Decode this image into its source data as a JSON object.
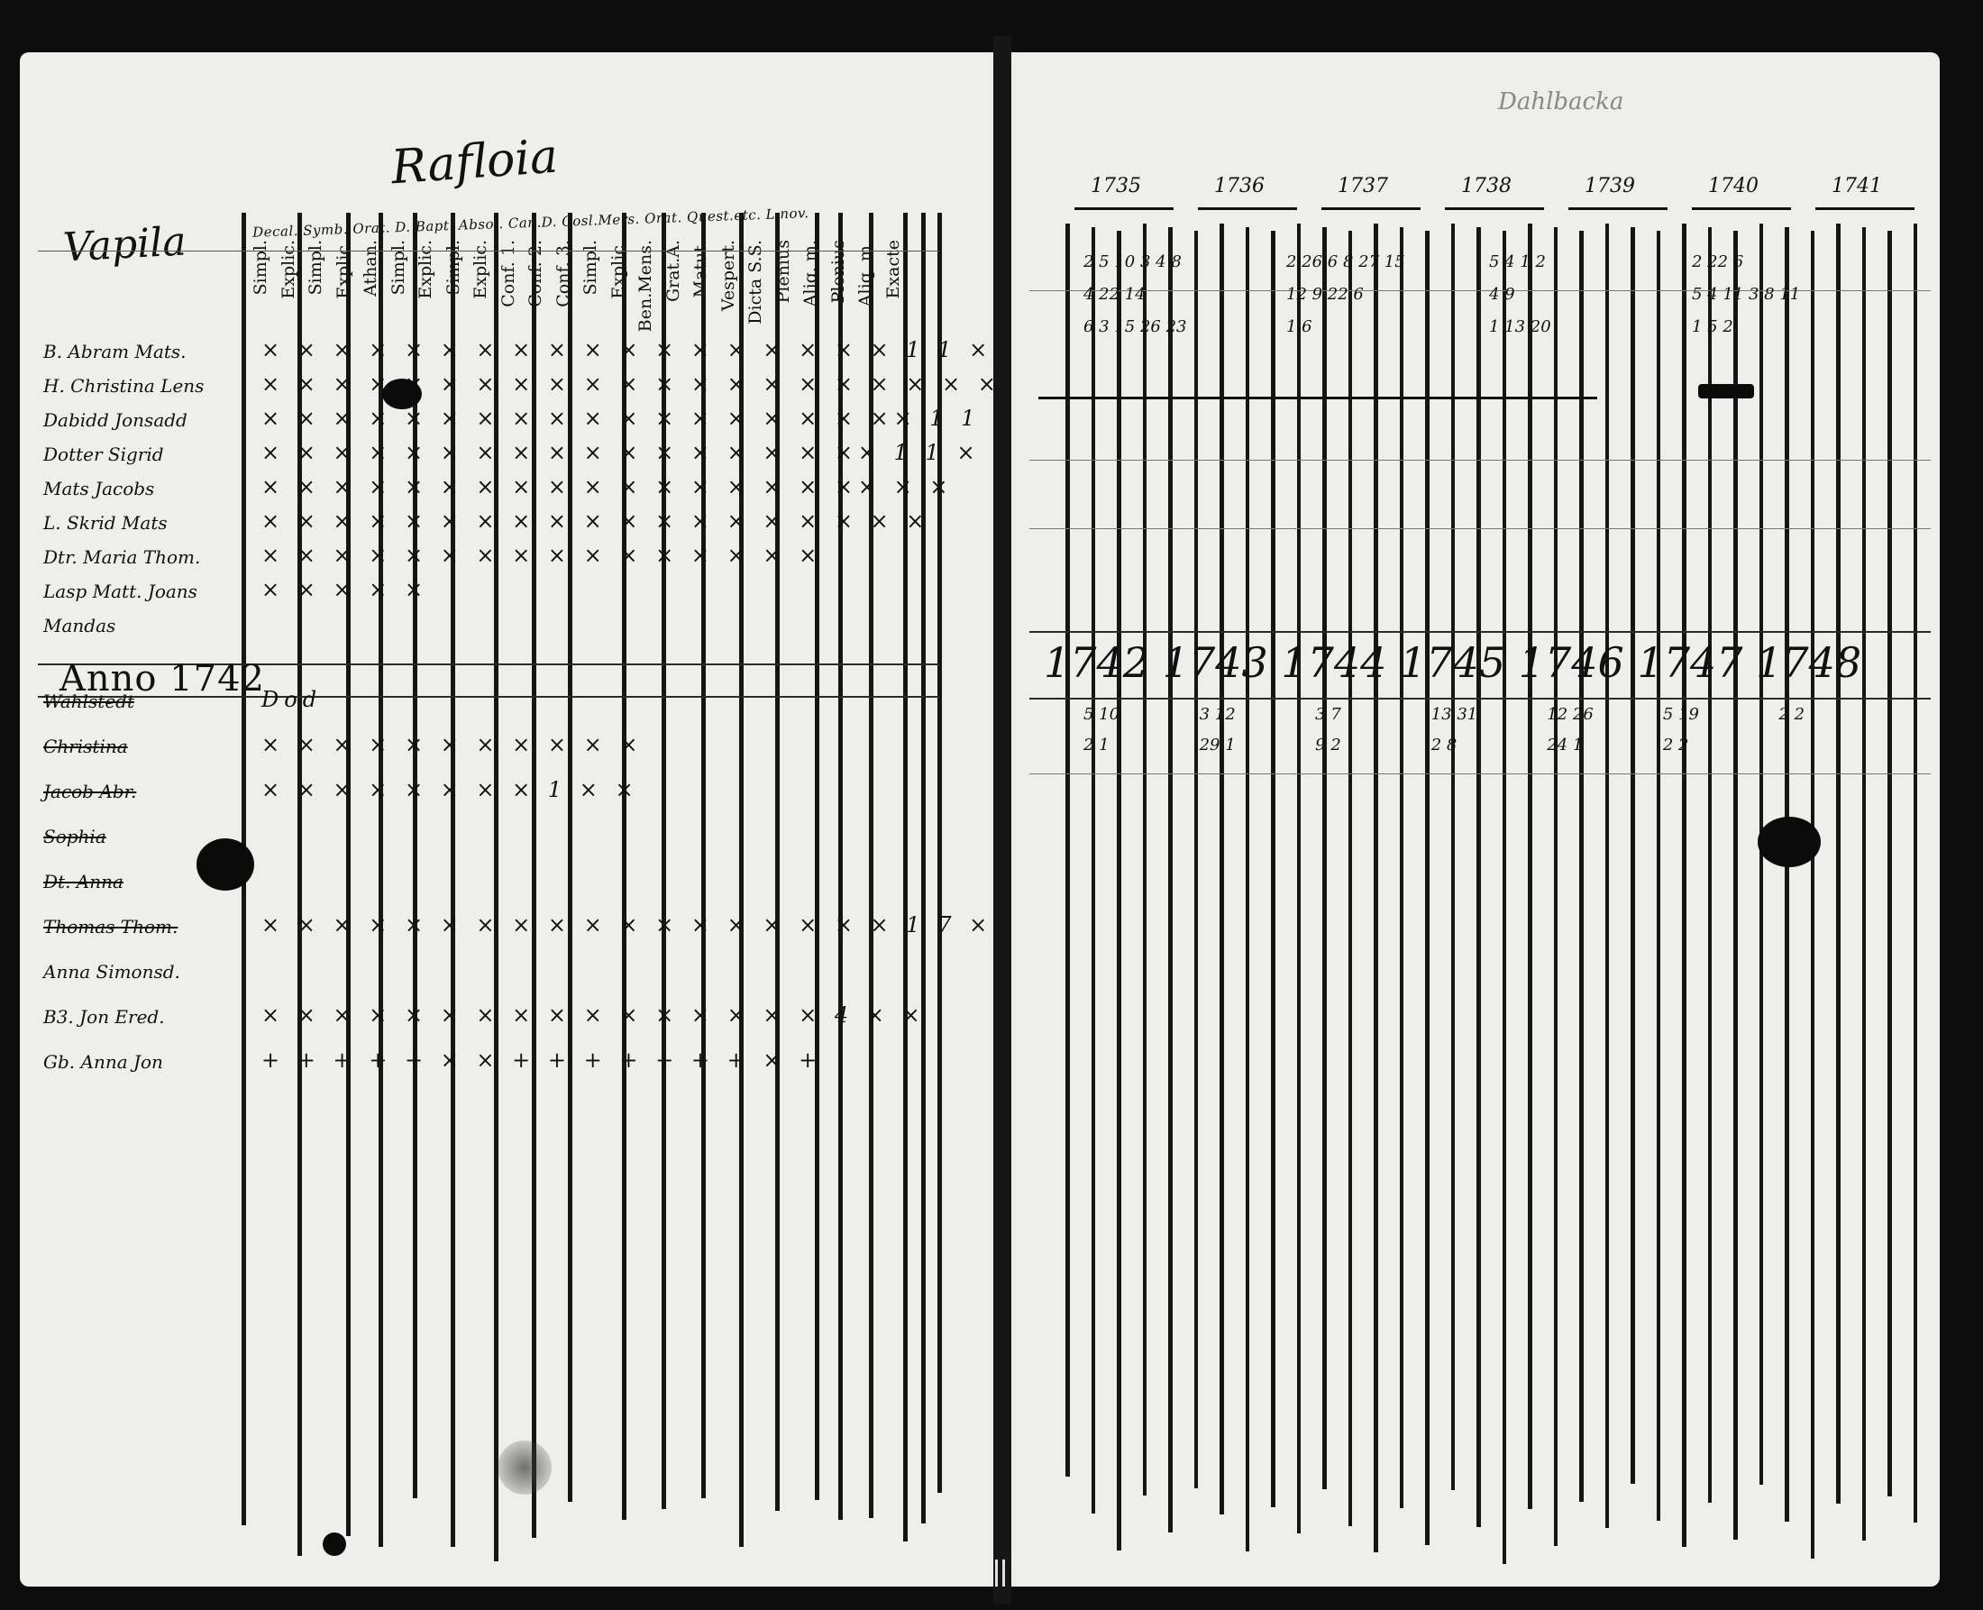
{
  "left_page": {
    "title": "Rafloia",
    "section_label": "Vapila",
    "subheadings": "Decal. Symb. Orat. D. Bapt. Absol. Can.D. Cosl.Mers. Orat. Quest.etc. L.nov.",
    "column_headers": [
      "Simpl.",
      "Explic.",
      "Simpl.",
      "Explic.",
      "Athan.",
      "Simpl.",
      "Explic.",
      "Simpl.",
      "Explic.",
      "Conf. 1.",
      "Conf. 2.",
      "Conf. 3.",
      "Simpl.",
      "Explic.",
      "Ben.Mens.",
      "Grat.A.",
      "Matut.",
      "Vespert.",
      "Dicta S.S.",
      "Plenius",
      "Aliq. m.",
      "Plenius",
      "Aliq. m.",
      "Exacte"
    ],
    "rows_top": [
      {
        "name": "B. Abram Mats.",
        "marks": "× × × × × × × × × × × × × × × × × × 1  1  × × ×"
      },
      {
        "name": "H. Christina Lens",
        "marks": "× × × × × × × × × × × × × × × × × × ×   × ×"
      },
      {
        "name": "Dabidd Jonsadd",
        "marks": "× × × × × × × × × × × × × × × × × ×× 1  1  × ×"
      },
      {
        "name": "Dotter Sigrid",
        "marks": "× × × × × × × × × × × × × × × × ×× 1  1  × ×"
      },
      {
        "name": "Mats Jacobs",
        "marks": "× × × × × × × × × × × × × × × × ××   × ×"
      },
      {
        "name": "L. Skrid Mats",
        "marks": "× × × × × × × × × × × × × × × × ×   × ×"
      },
      {
        "name": "Dtr. Maria Thom.",
        "marks": "× × × × × × × × × × × × × ×   × ×"
      },
      {
        "name": "Lasp Matt. Joans",
        "marks": "× × × × ×"
      },
      {
        "name": "Mandas"
      }
    ],
    "anno_heading": "Anno 1742",
    "rows_bottom": [
      {
        "name": "Wahlstedt",
        "marks": "Dod"
      },
      {
        "name": "Christina",
        "marks": "× ×  × ×   × ×  × × × × ×"
      },
      {
        "name": "Jacob Abr.",
        "marks": "× ×  × ×   × ×  × × 1  × ×"
      },
      {
        "name": "Sophia",
        "marks": ""
      },
      {
        "name": "Dt. Anna",
        "marks": ""
      },
      {
        "name": "Thomas Thom.",
        "marks": "× ×  × × ×  × ×  × ×  × × ×  × ×  × ×  × ×  1   7  × ×"
      },
      {
        "name": "Anna Simonsd.",
        "marks": ""
      },
      {
        "name": "B3. Jon Ered.",
        "marks": "× ×  × ×   × ×  × ×  × ×  × ×  × ×  × ×  4  × ×"
      },
      {
        "name": "Gb. Anna Jon",
        "marks": "+ +  + +   + ×  × + + + + + + + ×   +"
      }
    ]
  },
  "right_page": {
    "corner_note": "Dahlbacka",
    "year_heads": [
      "1735",
      "1736",
      "1737",
      "1738",
      "1739",
      "1740",
      "1741"
    ],
    "big_years": "1742 1743 1744 1745 1746 1747 1748",
    "numbers_top": [
      "2 5 10 3 4 8",
      "2 26 6 8 27 15",
      "5 4 1 2",
      "2 22 6",
      "4 22 14",
      "12 9 22 6",
      "4 9",
      "5 4 11 3 8 11",
      "6 3 15 26 23",
      "1 6",
      "1 13 20",
      "1 5 2"
    ],
    "numbers_bottom": [
      "5 10",
      "3 12",
      "3 7",
      "13 31",
      "12 26",
      "5 19",
      "2 2",
      "2 1",
      "29 1",
      "9 2",
      "2 8",
      "24 1",
      "2 2"
    ]
  }
}
